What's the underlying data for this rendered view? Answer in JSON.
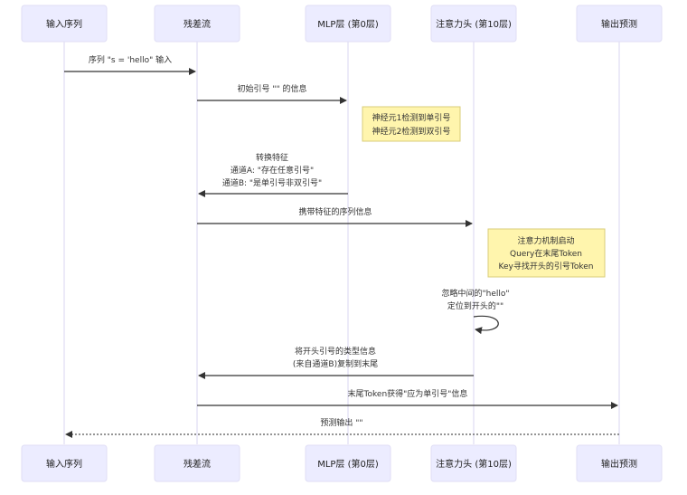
{
  "actors": [
    {
      "id": "input",
      "label": "输入序列"
    },
    {
      "id": "residual",
      "label": "残差流"
    },
    {
      "id": "mlp",
      "label": "MLP层 (第0层)"
    },
    {
      "id": "attn",
      "label": "注意力头 (第10层)"
    },
    {
      "id": "output",
      "label": "输出预测"
    }
  ],
  "messages": [
    {
      "from": "input",
      "to": "residual",
      "style": "solid",
      "lines": [
        "序列 \"s = 'hello\" 输入"
      ]
    },
    {
      "from": "residual",
      "to": "mlp",
      "style": "solid",
      "lines": [
        "初始引号 \"\" 的信息"
      ]
    },
    {
      "from": "mlp",
      "to": "residual",
      "style": "solid",
      "lines": [
        "转换特征",
        "通道A: \"存在任意引号\"",
        "通道B: \"是单引号非双引号\""
      ]
    },
    {
      "from": "residual",
      "to": "attn",
      "style": "solid",
      "lines": [
        "携带特征的序列信息"
      ]
    },
    {
      "from": "attn",
      "to": "attn",
      "style": "solid",
      "lines": [
        "忽略中间的\"hello\"",
        "定位到开头的\"\""
      ]
    },
    {
      "from": "attn",
      "to": "residual",
      "style": "solid",
      "lines": [
        "将开头引号的类型信息",
        "(来自通道B)复制到末尾"
      ]
    },
    {
      "from": "residual",
      "to": "output",
      "style": "solid",
      "lines": [
        "末尾Token获得\"应为单引号\"信息"
      ]
    },
    {
      "from": "output",
      "to": "input",
      "style": "dotted",
      "lines": [
        "预测输出 \"\""
      ]
    }
  ],
  "notes": [
    {
      "position": "right of mlp",
      "lines": [
        "神经元1检测到单引号",
        "神经元2检测到双引号"
      ]
    },
    {
      "position": "right of attn",
      "lines": [
        "注意力机制启动",
        "Query在末尾Token",
        "Key寻找开头的引号Token"
      ]
    }
  ],
  "colors": {
    "actor_fill": "#ECECFF",
    "actor_border": "#E0DEF5",
    "lifeline": "#D8D6F2",
    "note_fill": "#FFF5AD",
    "note_border": "#D9CD7A",
    "arrow": "#333333"
  }
}
